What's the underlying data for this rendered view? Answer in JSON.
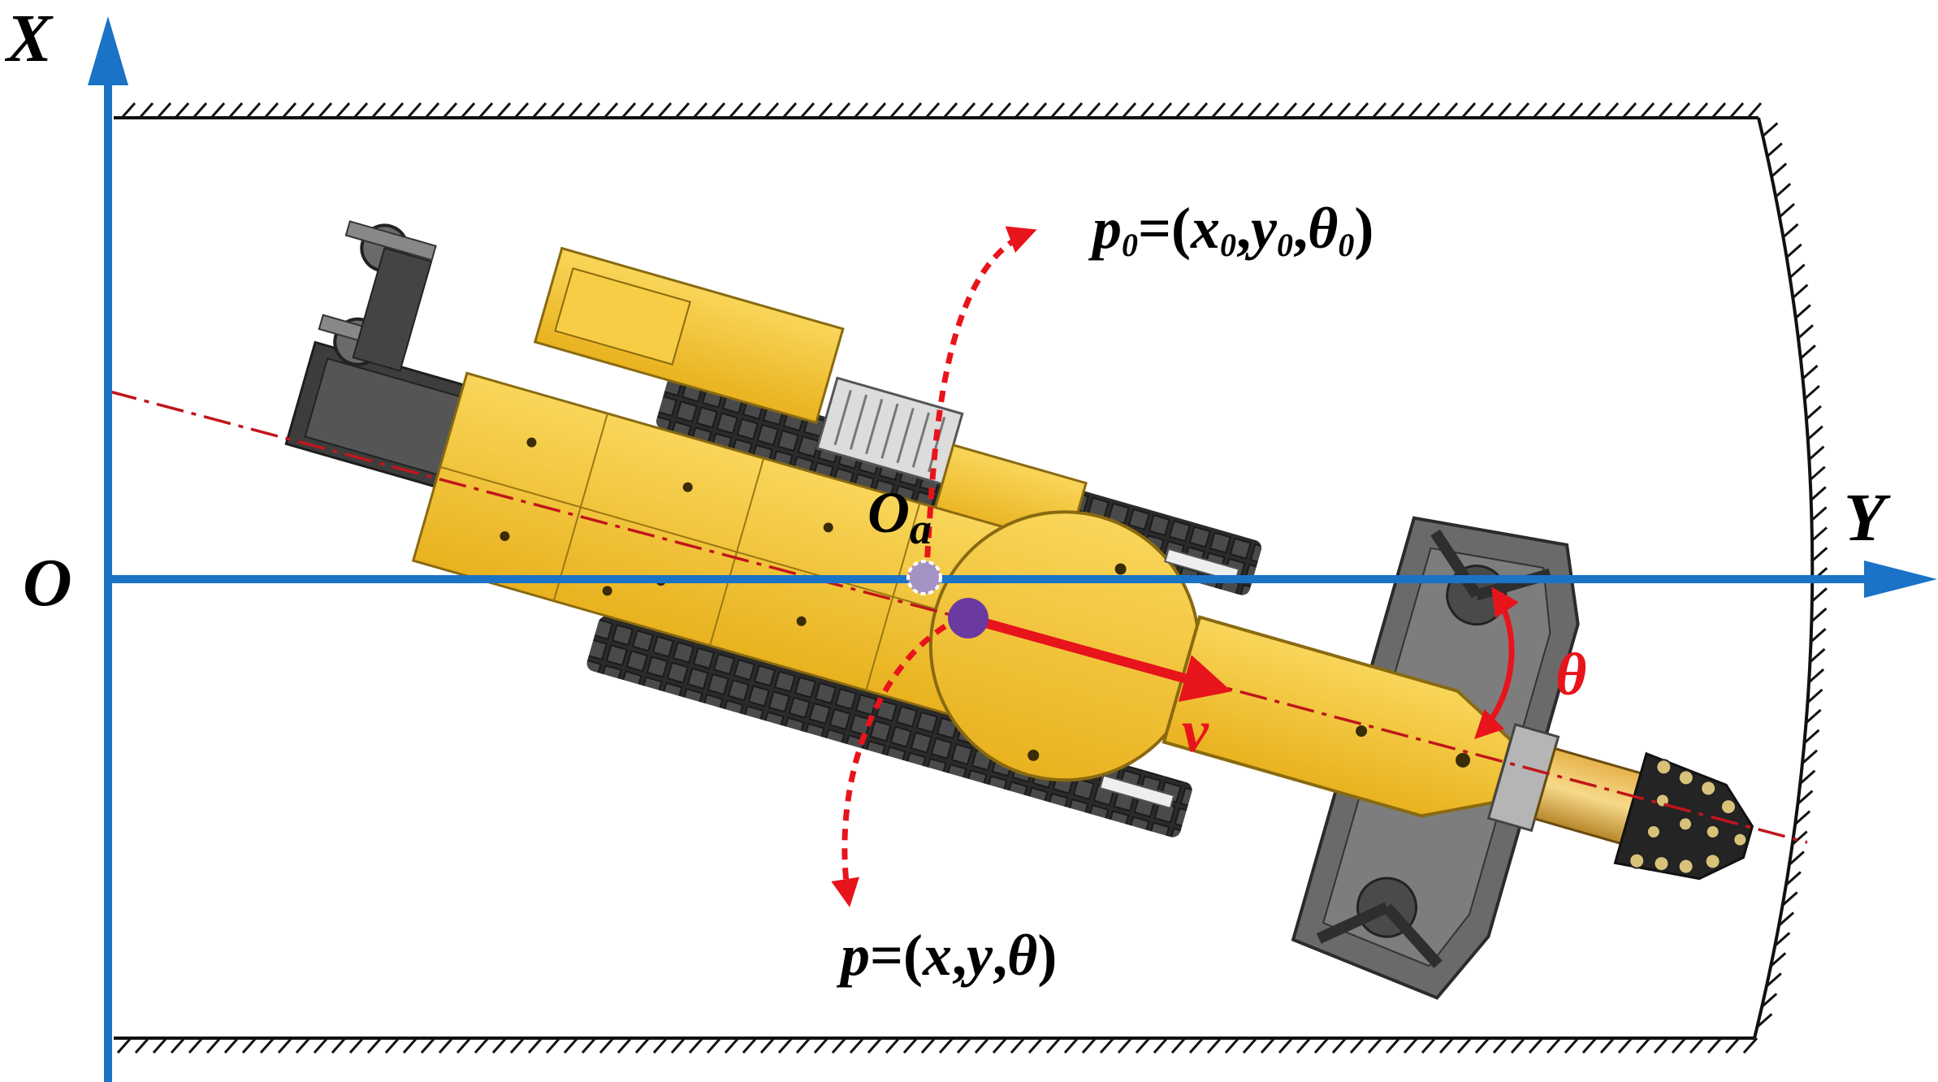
{
  "labels": {
    "axis_x": "X",
    "axis_y": "Y",
    "origin": "O",
    "machine_center": "O",
    "machine_center_sub": "a",
    "velocity": "v",
    "angle": "θ",
    "initial_pose": {
      "p": "p",
      "p_sub": "0",
      "open": "=(",
      "x": "x",
      "x_sub": "0",
      "comma1": ",",
      "y": "y",
      "y_sub": "0",
      "comma2": ",",
      "theta": "θ",
      "theta_sub": "0",
      "close": ")"
    },
    "current_pose": {
      "p": "p",
      "open": "=(",
      "x": "x",
      "comma1": ",",
      "y": "y",
      "comma2": ",",
      "theta": "θ",
      "close": ")"
    }
  },
  "colors": {
    "axis": "#1a73c6",
    "accent": "#e8141b",
    "machine_yellow": "#f3c431",
    "machine_dark": "#3c3c3c",
    "initial_point": "#a393c4",
    "current_point": "#6a3aa0",
    "wall": "#111111"
  }
}
